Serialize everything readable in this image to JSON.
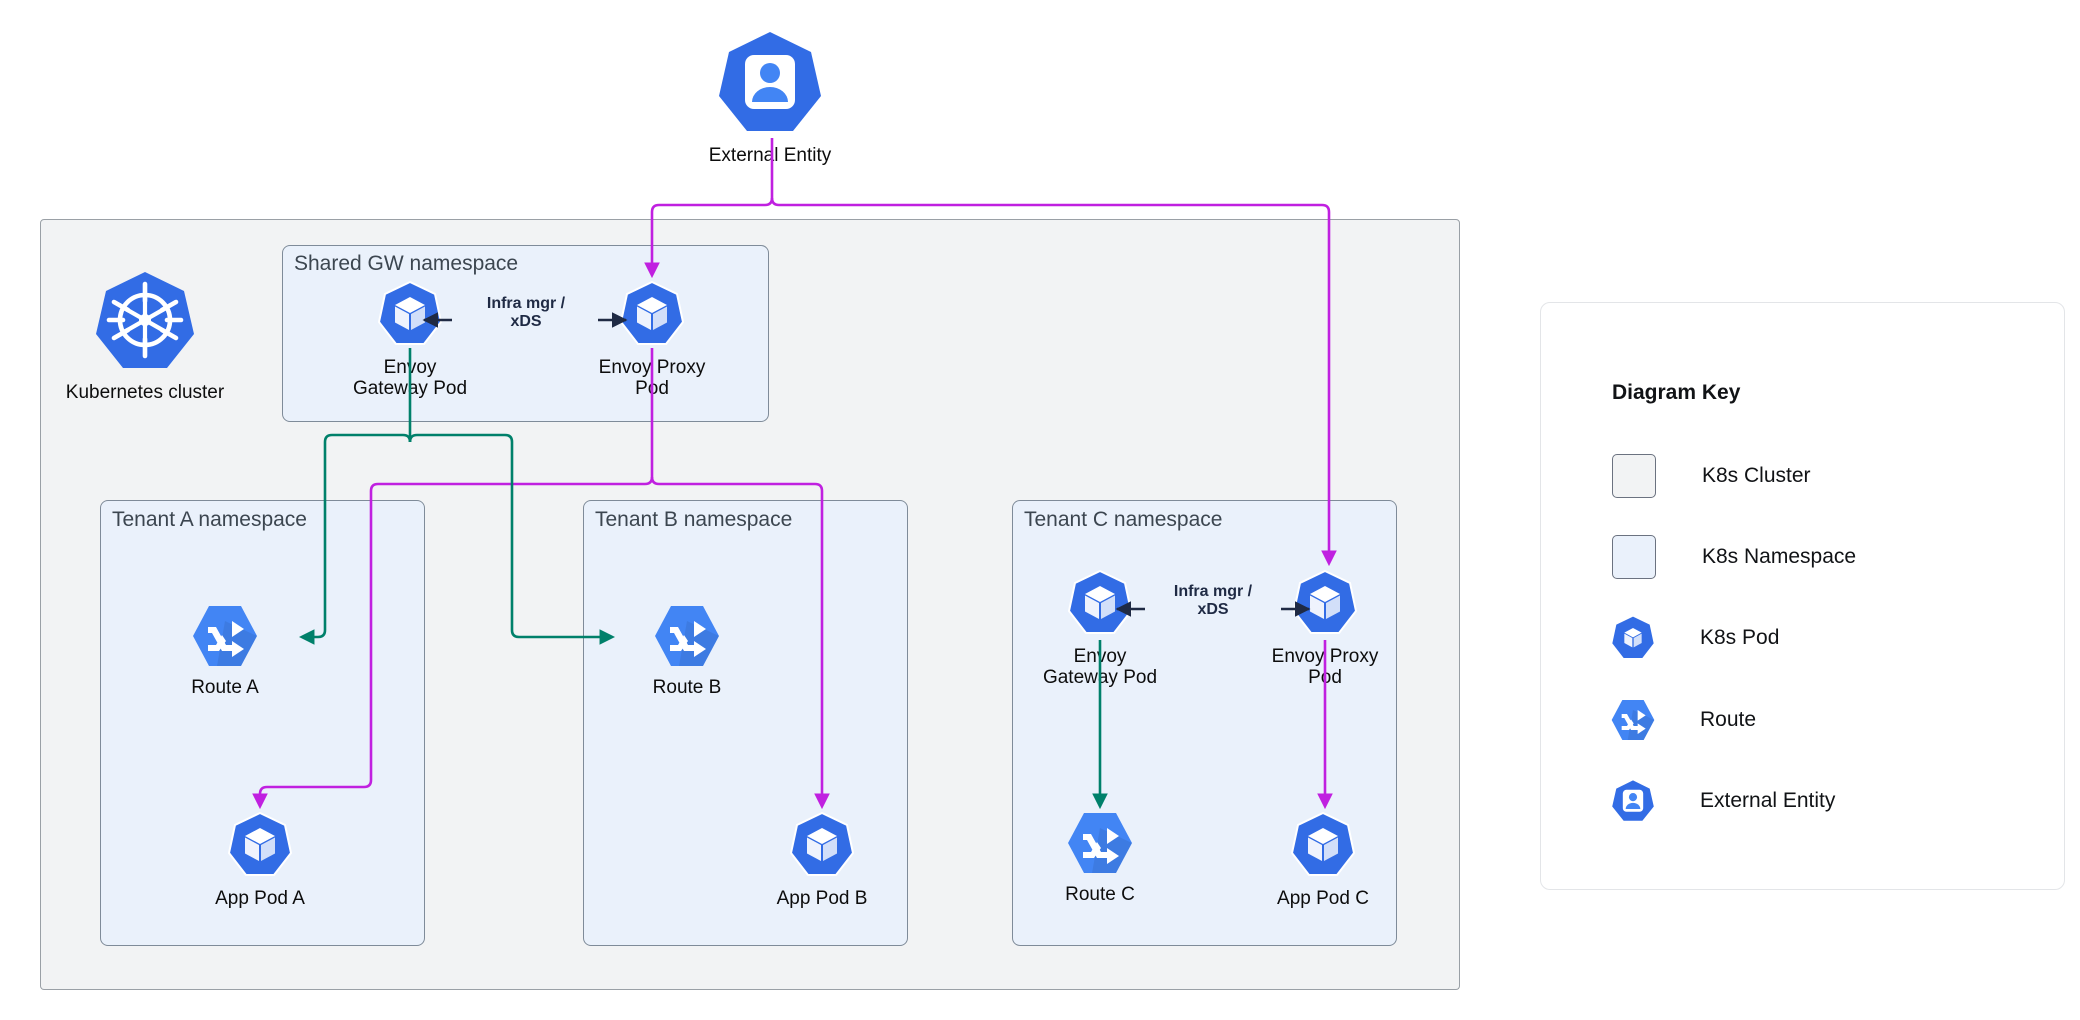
{
  "colors": {
    "k8s_blue": "#326ce5",
    "route_blue": "#4285f4",
    "cluster_fill": "#f2f3f4",
    "cluster_border": "#9aa0a6",
    "namespace_fill": "#eaf1fb",
    "namespace_border": "#7f8b99",
    "control_plane_edge": "#00806a",
    "data_plane_edge": "#c020e0",
    "edge_label": "#1f2a44"
  },
  "diagram": {
    "external_entity": {
      "label": "External Entity",
      "icon": "external-entity-icon"
    },
    "cluster": {
      "label": "Kubernetes cluster",
      "icon": "kubernetes-helm-icon"
    },
    "namespaces": [
      {
        "id": "shared-gw",
        "label": "Shared GW namespace",
        "nodes": [
          {
            "id": "shared-gw-envoy-gateway-pod",
            "label": "Envoy\nGateway Pod",
            "icon": "k8s-pod-icon"
          },
          {
            "id": "shared-gw-envoy-proxy-pod",
            "label": "Envoy Proxy\nPod",
            "icon": "k8s-pod-icon"
          }
        ],
        "edge_label": "Infra mgr /\nxDS"
      },
      {
        "id": "tenant-a",
        "label": "Tenant A namespace",
        "nodes": [
          {
            "id": "route-a",
            "label": "Route A",
            "icon": "route-icon"
          },
          {
            "id": "app-pod-a",
            "label": "App Pod A",
            "icon": "k8s-pod-icon"
          }
        ]
      },
      {
        "id": "tenant-b",
        "label": "Tenant B namespace",
        "nodes": [
          {
            "id": "route-b",
            "label": "Route B",
            "icon": "route-icon"
          },
          {
            "id": "app-pod-b",
            "label": "App Pod B",
            "icon": "k8s-pod-icon"
          }
        ]
      },
      {
        "id": "tenant-c",
        "label": "Tenant C namespace",
        "nodes": [
          {
            "id": "tenant-c-envoy-gateway-pod",
            "label": "Envoy\nGateway Pod",
            "icon": "k8s-pod-icon"
          },
          {
            "id": "tenant-c-envoy-proxy-pod",
            "label": "Envoy Proxy\nPod",
            "icon": "k8s-pod-icon"
          },
          {
            "id": "route-c",
            "label": "Route C",
            "icon": "route-icon"
          },
          {
            "id": "app-pod-c",
            "label": "App Pod C",
            "icon": "k8s-pod-icon"
          }
        ],
        "edge_label": "Infra mgr /\nxDS"
      }
    ]
  },
  "legend": {
    "title": "Diagram Key",
    "items": [
      {
        "label": "K8s Cluster",
        "icon": "cluster-swatch",
        "swatch": "#f2f3f4"
      },
      {
        "label": "K8s Namespace",
        "icon": "namespace-swatch",
        "swatch": "#eaf1fb"
      },
      {
        "label": "K8s Pod",
        "icon": "k8s-pod-icon"
      },
      {
        "label": "Route",
        "icon": "route-icon"
      },
      {
        "label": "External Entity",
        "icon": "external-entity-icon"
      }
    ]
  }
}
